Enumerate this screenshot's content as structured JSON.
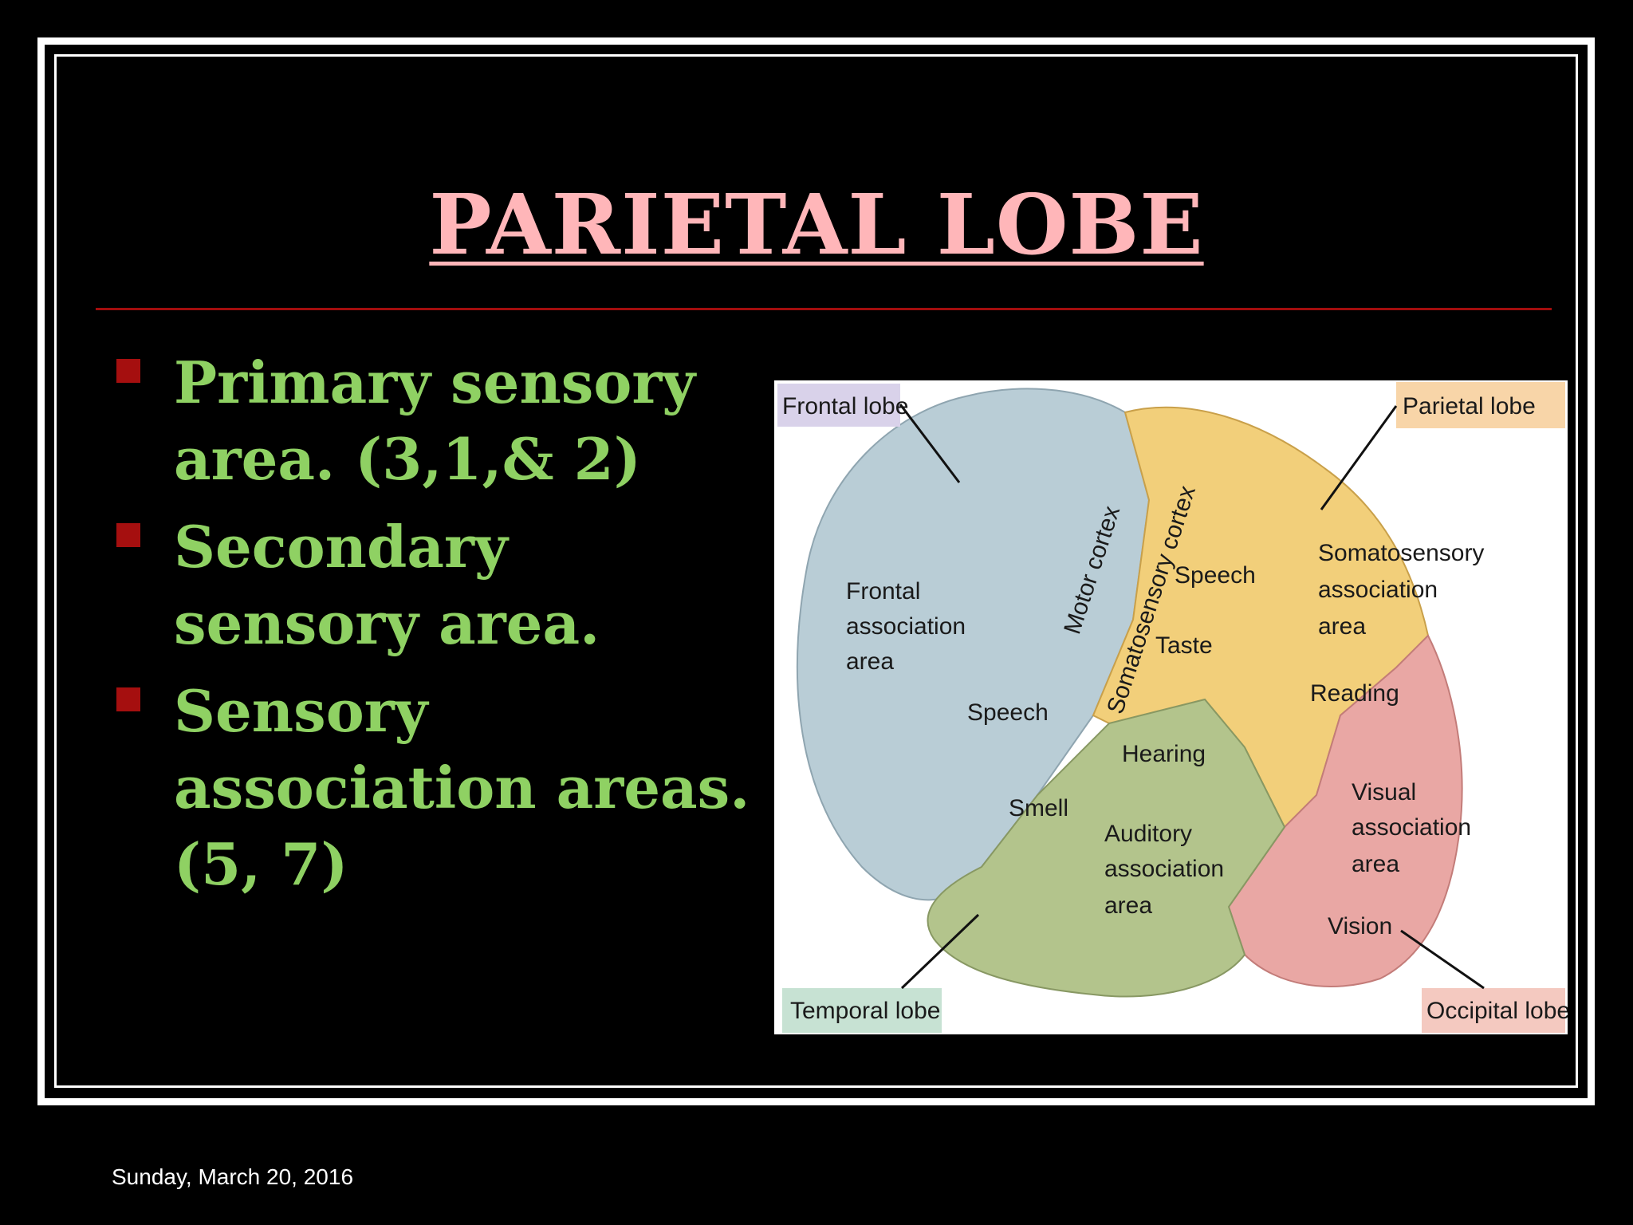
{
  "slide": {
    "title": "PARIETAL LOBE",
    "bullets": [
      "Primary sensory area. (3,1,& 2)",
      "Secondary sensory area.",
      "Sensory association areas. (5, 7)"
    ],
    "footer_date": "Sunday, March 20, 2016"
  },
  "figure": {
    "lobe_labels": {
      "frontal": "Frontal lobe",
      "parietal": "Parietal lobe",
      "temporal": "Temporal lobe",
      "occipital": "Occipital lobe"
    },
    "region_labels": {
      "motor_cortex": "Motor cortex",
      "somatosensory_cortex": "Somatosensory cortex",
      "frontal_assoc_1": "Frontal",
      "frontal_assoc_2": "association",
      "frontal_assoc_3": "area",
      "speech_frontal": "Speech",
      "speech_parietal": "Speech",
      "taste": "Taste",
      "somato_assoc_1": "Somatosensory",
      "somato_assoc_2": "association",
      "somato_assoc_3": "area",
      "reading": "Reading",
      "hearing": "Hearing",
      "smell": "Smell",
      "auditory_1": "Auditory",
      "auditory_2": "association",
      "auditory_3": "area",
      "visual_1": "Visual",
      "visual_2": "association",
      "visual_3": "area",
      "vision": "Vision"
    }
  },
  "colors": {
    "title": "#ffb6b9",
    "bullet_text": "#8fd163",
    "bullet_marker": "#a50f0f",
    "rule": "#a30d0d",
    "frontal": "#b9cdd6",
    "parietal": "#f2cf7a",
    "temporal": "#b3c48c",
    "occipital": "#e9a7a4"
  }
}
